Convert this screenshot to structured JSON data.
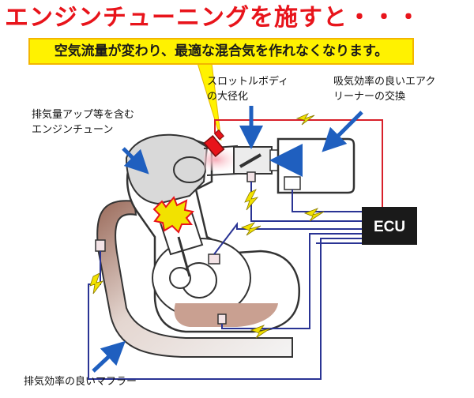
{
  "title": "エンジンチューニングを施すと・・・",
  "banner": "空気流量が変わり、最適な混合気を作れなくなります。",
  "labels": {
    "engine_tune": [
      "排気量アップ等を含む",
      "エンジンチューン"
    ],
    "throttle": [
      "スロットルボディ",
      "の大径化"
    ],
    "air_cleaner": [
      "吸気効率の良いエアク",
      "リーナーの交換"
    ],
    "muffler": "排気効率の良いマフラー",
    "ecu": "ECU"
  },
  "colors": {
    "title_red": "#e8141b",
    "banner_yellow": "#fff200",
    "ecu_box": "#1a1a1a",
    "signal_wire": "#2a3494",
    "power_wire": "#d8202a",
    "arrow_blue": "#1f5fbf",
    "oil": "#c9a091",
    "spark": "#f2e200"
  },
  "icons": [
    "lightning-icon",
    "explosion-icon",
    "injector-icon",
    "arrow-icon"
  ]
}
